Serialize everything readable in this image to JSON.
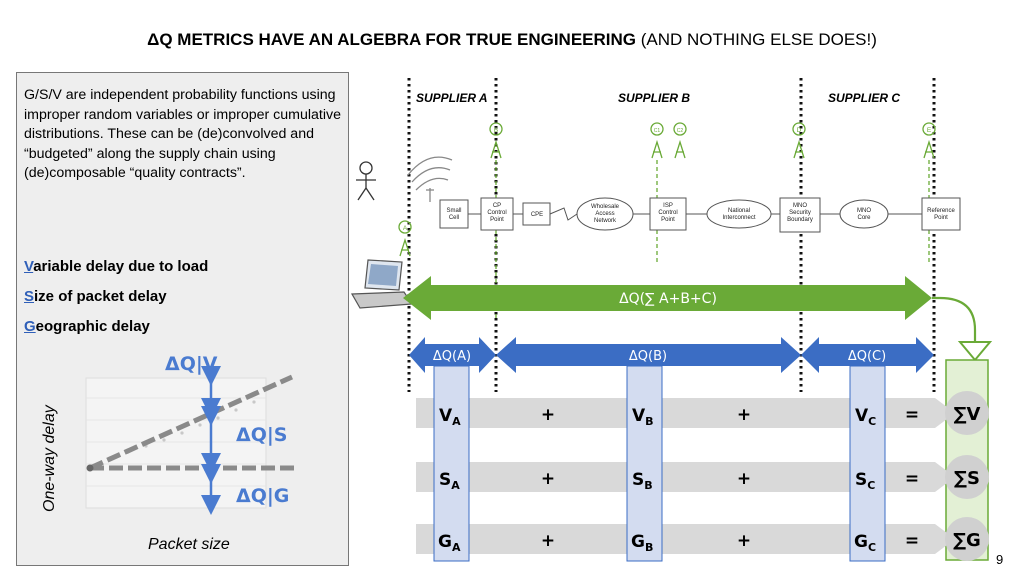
{
  "slide": {
    "title_bold": "ΔQ METRICS HAVE AN ALGEBRA FOR TRUE ENGINEERING",
    "title_rest": "(AND NOTHING ELSE DOES!)",
    "page_number": "9"
  },
  "panel": {
    "description": "G/S/V are independent probability functions using improper random variables or improper cumulative distributions. These can be (de)convolved and “budgeted” along the supply chain using (de)composable “quality contracts”.",
    "components": [
      {
        "initial": "V",
        "rest": "ariable delay due to load"
      },
      {
        "initial": "S",
        "rest": "ize of packet delay"
      },
      {
        "initial": "G",
        "rest": "eographic delay"
      }
    ],
    "chart": {
      "ylabel": "One-way delay",
      "xlabel": "Packet size",
      "label_v": "ΔQ|V",
      "label_s": "ΔQ|S",
      "label_g": "ΔQ|G"
    }
  },
  "suppliers": [
    "SUPPLIER A",
    "SUPPLIER B",
    "SUPPLIER C"
  ],
  "observation_points": [
    "A",
    "B",
    "C1",
    "C2",
    "D",
    "E"
  ],
  "network_elements": [
    "Small Cell",
    "CP Control Point",
    "CPE",
    "Wholesale Access Network",
    "ISP Control Point",
    "National Interconnect",
    "MNO Security Boundary",
    "MNO Core",
    "Reference Point"
  ],
  "arrows": {
    "total": "ΔQ(∑ A+B+C)",
    "a": "ΔQ(A)",
    "b": "ΔQ(B)",
    "c": "ΔQ(C)"
  },
  "algebra": {
    "rows": [
      {
        "base": "V",
        "results": "∑V"
      },
      {
        "base": "S",
        "results": "∑S"
      },
      {
        "base": "G",
        "results": "∑G"
      }
    ],
    "subscripts": [
      "A",
      "B",
      "C"
    ],
    "plus": "+",
    "equals": "="
  },
  "colors": {
    "green": "#6aaa37",
    "blue": "#3b6dc4",
    "column_fill": "#d3dcf0",
    "row_gray": "#d9d9d9",
    "label_blue": "#4a7bd0"
  }
}
